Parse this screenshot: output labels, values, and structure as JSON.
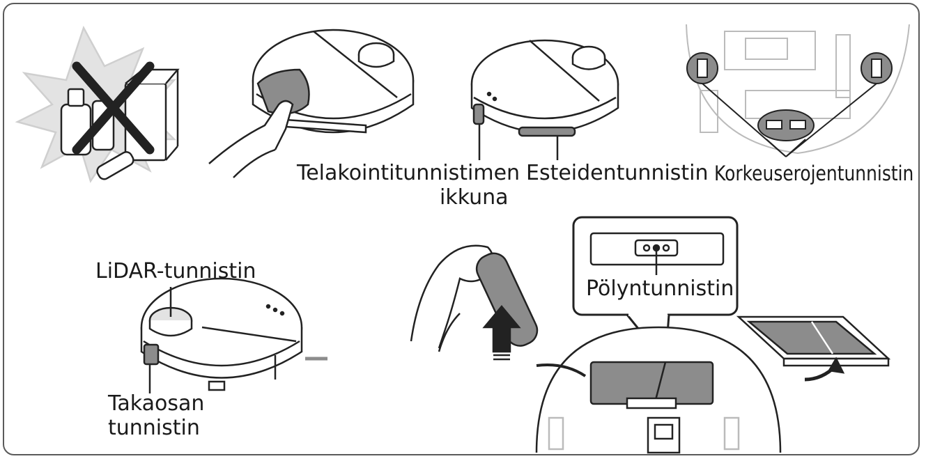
{
  "labels": {
    "docking_window_line1": "Telakointitunnistimen",
    "docking_window_line2": "ikkuna",
    "obstacle": "Esteidentunnistin",
    "cliff": "Korkeuserojentunnistin",
    "lidar": "LiDAR-tunnistin",
    "dust": "Pölyntunnistin",
    "rear_line1": "Takaosan",
    "rear_line2": "tunnistin"
  },
  "colors": {
    "line": "#222222",
    "gray_fill": "#8c8c8c",
    "light_fill": "#d9d9d9",
    "frame": "#5a5a5a"
  }
}
